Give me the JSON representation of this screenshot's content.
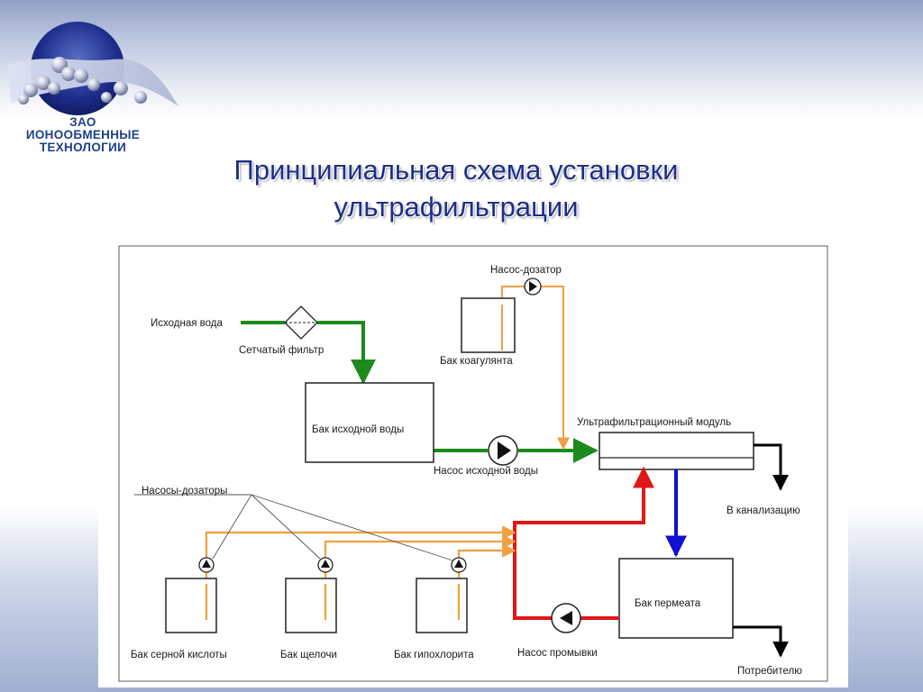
{
  "logo": {
    "lines": [
      "ЗАО",
      "ИОНООБМЕННЫЕ",
      "ТЕХНОЛОГИИ"
    ]
  },
  "title": {
    "line1": "Принципиальная схема установки",
    "line2": "ультрафильтрации"
  },
  "diagram": {
    "labels": {
      "source_water": "Исходная вода",
      "mesh_filter": "Сетчатый фильтр",
      "dosing_pump_top": "Насос-дозатор",
      "coagulant_tank": "Бак коагулянта",
      "source_tank": "Бак исходной воды",
      "uf_module": "Ультрафильтрационный модуль",
      "source_pump": "Насос исходной воды",
      "to_sewer": "В канализацию",
      "dosing_pumps": "Насосы-дозаторы",
      "acid_tank": "Бак серной кислоты",
      "alkali_tank": "Бак щелочи",
      "hypochlorite_tank": "Бак гипохлорита",
      "wash_pump": "Насос промывки",
      "permeate_tank": "Бак пермеата",
      "to_consumer": "Потребителю"
    },
    "colors": {
      "feed_line": "#1c8a1c",
      "reagent_line": "#f0a040",
      "wash_line": "#e01818",
      "permeate_line": "#1010d0",
      "outlet_line": "#000000",
      "frame": "#777777"
    }
  }
}
